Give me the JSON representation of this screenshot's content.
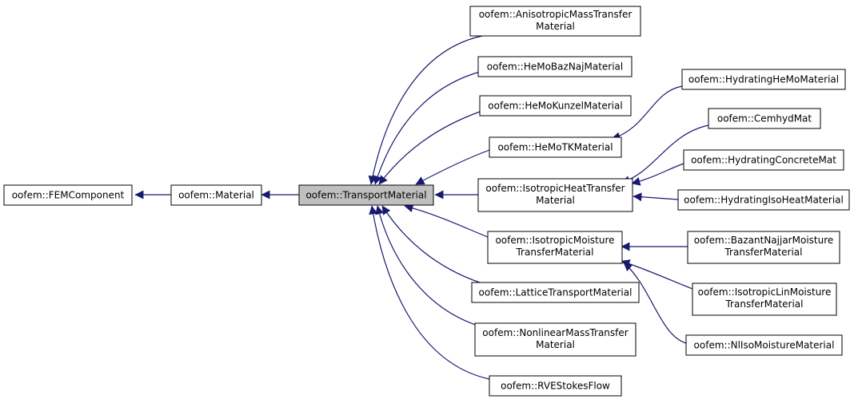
{
  "colors": {
    "edge": "#191970",
    "node_border": "#000000",
    "current_fill": "#bfbfbf",
    "node_fill": "#ffffff"
  },
  "nodes": {
    "fem": {
      "lines": [
        "oofem::FEMComponent"
      ]
    },
    "material": {
      "lines": [
        "oofem::Material"
      ]
    },
    "transport": {
      "lines": [
        "oofem::TransportMaterial"
      ]
    },
    "aniso": {
      "lines": [
        "oofem::AnisotropicMassTransfer",
        "Material"
      ]
    },
    "hemobaz": {
      "lines": [
        "oofem::HeMoBazNajMaterial"
      ]
    },
    "hemokunzel": {
      "lines": [
        "oofem::HeMoKunzelMaterial"
      ]
    },
    "hemotk": {
      "lines": [
        "oofem::HeMoTKMaterial"
      ]
    },
    "isoheat": {
      "lines": [
        "oofem::IsotropicHeatTransfer",
        "Material"
      ]
    },
    "isomoist": {
      "lines": [
        "oofem::IsotropicMoisture",
        "TransferMaterial"
      ]
    },
    "lattice": {
      "lines": [
        "oofem::LatticeTransportMaterial"
      ]
    },
    "nonlinear": {
      "lines": [
        "oofem::NonlinearMassTransfer",
        "Material"
      ]
    },
    "rve": {
      "lines": [
        "oofem::RVEStokesFlow"
      ]
    },
    "hydhemo": {
      "lines": [
        "oofem::HydratingHeMoMaterial"
      ]
    },
    "cemhyd": {
      "lines": [
        "oofem::CemhydMat"
      ]
    },
    "hydconc": {
      "lines": [
        "oofem::HydratingConcreteMat"
      ]
    },
    "hydiso": {
      "lines": [
        "oofem::HydratingIsoHeatMaterial"
      ]
    },
    "bazant": {
      "lines": [
        "oofem::BazantNajjarMoisture",
        "TransferMaterial"
      ]
    },
    "isolin": {
      "lines": [
        "oofem::IsotropicLinMoisture",
        "TransferMaterial"
      ]
    },
    "nliso": {
      "lines": [
        "oofem::NlIsoMoistureMaterial"
      ]
    }
  }
}
